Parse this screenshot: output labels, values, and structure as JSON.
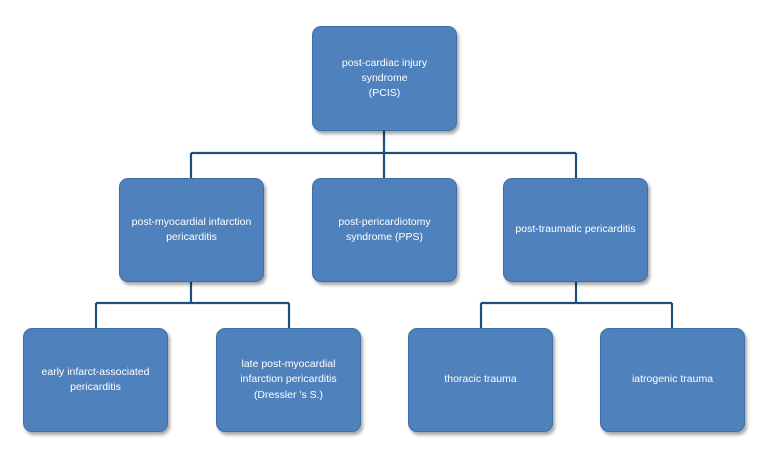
{
  "diagram": {
    "colors": {
      "node_fill": "#4f81bd",
      "connector": "#1f4e79",
      "text": "#ffffff"
    },
    "root": {
      "label": "post-cardiac injury syndrome\n(PCIS)"
    },
    "level2": [
      {
        "label": "post-myocardial infarction\npericarditis"
      },
      {
        "label": "post-pericardiotomy\nsyndrome (PPS)"
      },
      {
        "label": "post-traumatic pericarditis"
      }
    ],
    "level3": [
      {
        "label": "early infarct-associated\npericarditis"
      },
      {
        "label": "late post-myocardial\ninfarction pericarditis\n(Dressler 's S.)"
      },
      {
        "label": "thoracic trauma"
      },
      {
        "label": "iatrogenic trauma"
      }
    ]
  }
}
